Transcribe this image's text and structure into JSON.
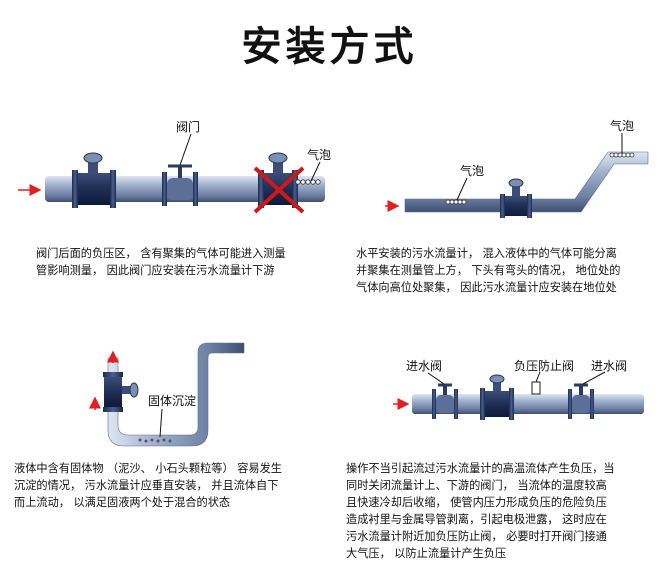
{
  "title": "安装方式",
  "panel1": {
    "labels": {
      "valve": "阀门",
      "bubble": "气泡"
    },
    "caption": [
      "阀门后面的负压区， 含有聚集的气体可能进入测量",
      "管影响测量， 因此阀门应安装在污水流量计下游"
    ]
  },
  "panel2": {
    "labels": {
      "bubble_left": "气泡",
      "bubble_right": "气泡"
    },
    "caption": [
      "水平安装的污水流量计， 混入液体中的气体可能分离",
      "并聚集在测量管上方， 下头有弯头的情况， 地位处的",
      "气体向高位处聚集， 因此污水流量计应安装在地位处"
    ]
  },
  "panel3": {
    "labels": {
      "sediment": "固体沉淀"
    },
    "caption": [
      "液体中含有固体物 （泥沙、 小石头颗粒等） 容易发生",
      "沉淀的情况， 污水流量计应垂直安装， 并且流体自下",
      "而上流动， 以满足固液两个处于混合的状态"
    ]
  },
  "panel4": {
    "labels": {
      "inlet_valve_left": "进水阀",
      "check_valve": "负压防止阀",
      "inlet_valve_right": "进水阀"
    },
    "caption": [
      "操作不当引起流过污水流量计的高温流体产生负压，当",
      "同时关闭流量计上、下游的阀门， 当流体的温度较高",
      "且快速冷却后收缩， 使管内压力形成负压的危险负压",
      "造成衬里与金属导管剥离，引起电极泄露， 这时应在",
      "污水流量计附近加负压防止阀， 必要时打开阀门接通",
      "大气压， 以防止流量计产生负压"
    ]
  },
  "colors": {
    "pipe": "#7f93b5",
    "pipe_dark": "#1c2d52",
    "arrow": "#e02020",
    "cross": "#d01818"
  }
}
